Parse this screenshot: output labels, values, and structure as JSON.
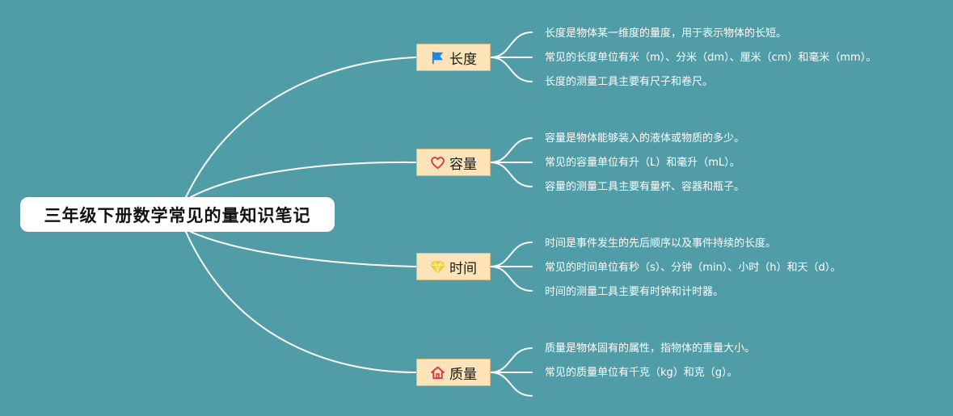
{
  "root": {
    "title": "三年级下册数学常见的量知识笔记"
  },
  "branches": [
    {
      "label": "长度",
      "icon": "flag-icon",
      "icon_color": "#1e88e5",
      "leaves": [
        "长度是物体某一维度的量度，用于表示物体的长短。",
        "常见的长度单位有米（m）、分米（dm）、厘米（cm）和毫米（mm）。",
        "长度的测量工具主要有尺子和卷尺。"
      ]
    },
    {
      "label": "容量",
      "icon": "heart-icon",
      "icon_color": "#d9363e",
      "leaves": [
        "容量是物体能够装入的液体或物质的多少。",
        "常见的容量单位有升（L）和毫升（mL）。",
        "容量的测量工具主要有量杯、容器和瓶子。"
      ]
    },
    {
      "label": "时间",
      "icon": "diamond-icon",
      "icon_color": "#f4d33b",
      "leaves": [
        "时间是事件发生的先后顺序以及事件持续的长度。",
        "常见的时间单位有秒（s）、分钟（min）、小时（h）和天（d）。",
        "时间的测量工具主要有时钟和计时器。"
      ]
    },
    {
      "label": "质量",
      "icon": "house-icon",
      "icon_color": "#d9363e",
      "leaves": [
        "质量是物体固有的属性，指物体的重量大小。",
        "常见的质量单位有千克（kg）和克（g）。"
      ]
    }
  ],
  "colors": {
    "background": "#509da8",
    "branch_fill": "#fce4b8",
    "line": "#ffffff"
  }
}
